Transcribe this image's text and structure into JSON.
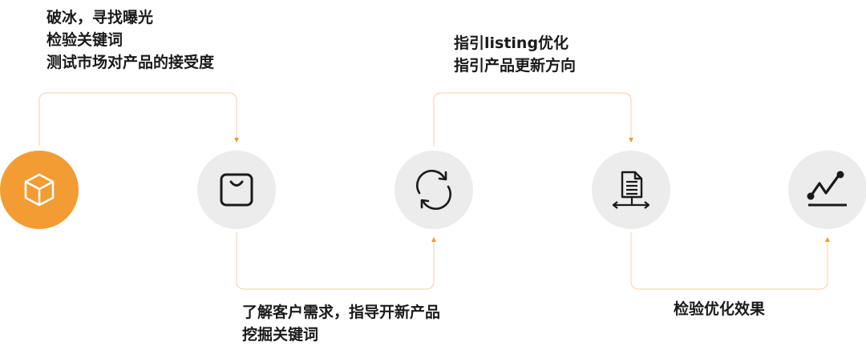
{
  "labels": {
    "step1": [
      "破冰，寻找曝光",
      "检验关键词",
      "测试市场对产品的接受度"
    ],
    "step2": [
      "了解客户需求，指导开新产品",
      "挖掘关键词"
    ],
    "step3": [
      "指引listing优化",
      "指引产品更新方向"
    ],
    "step4": [
      "检验优化效果"
    ]
  },
  "steps": [
    {
      "icon": "cube-icon",
      "active": true
    },
    {
      "icon": "shopping-bag-icon",
      "active": false
    },
    {
      "icon": "refresh-icon",
      "active": false
    },
    {
      "icon": "document-scale-icon",
      "active": false
    },
    {
      "icon": "trend-line-icon",
      "active": false
    }
  ],
  "colors": {
    "accent": "#f29c33",
    "circle_bg": "#ececec",
    "connector": "#f5d9b5",
    "icon": "#1a1a1a"
  }
}
